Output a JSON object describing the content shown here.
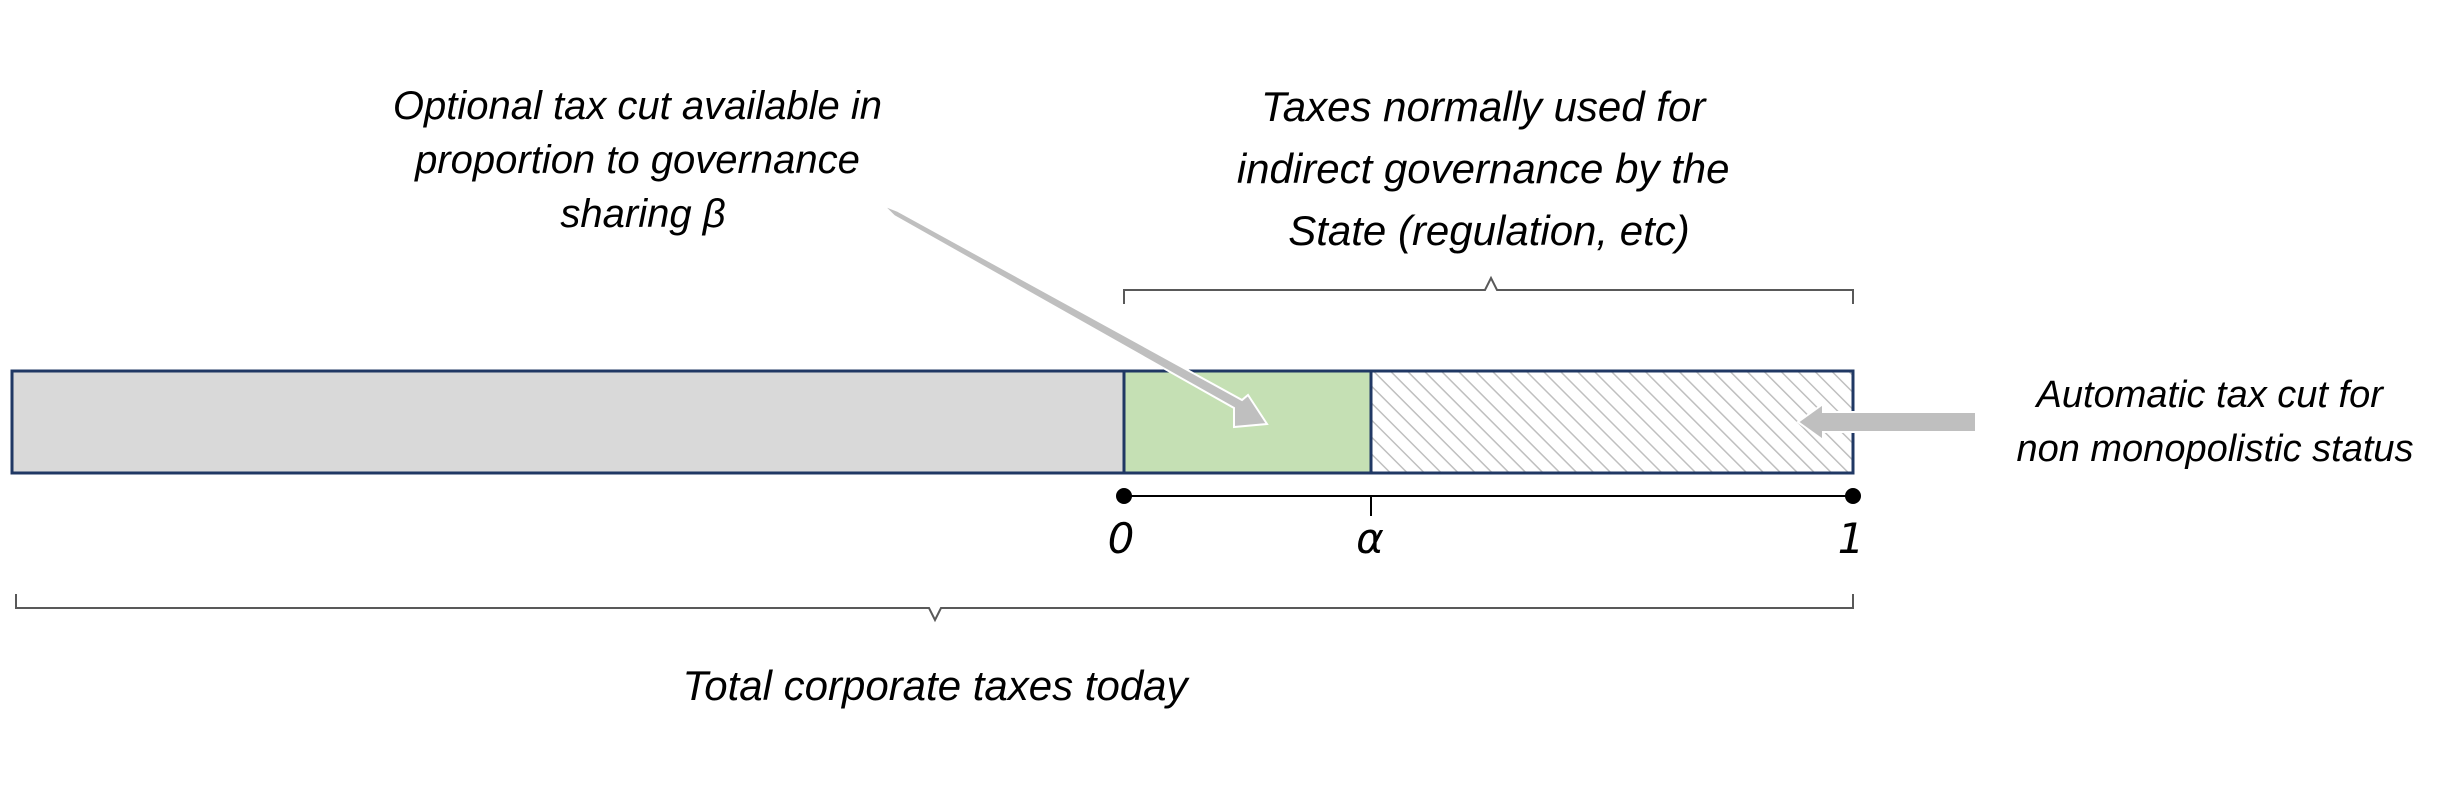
{
  "labels": {
    "optional_cut": {
      "line1": "Optional tax cut available in",
      "line2": "proportion to governance",
      "line3": "sharing β"
    },
    "normal_taxes": {
      "line1": "Taxes normally used for",
      "line2": "indirect governance by the",
      "line3": "State (regulation, etc)"
    },
    "automatic_cut": {
      "line1": "Automatic tax cut for",
      "line2": "non monopolistic status"
    },
    "total_taxes": "Total corporate taxes today",
    "axis": {
      "zero": "0",
      "alpha": "α",
      "one": "1"
    }
  },
  "colors": {
    "gray_segment": "#d9d9d9",
    "green_segment": "#c5e0b4",
    "hatched_stroke": "#bfbfbf",
    "bar_border": "#203864",
    "arrow": "#bfbfbf",
    "brace": "#595959"
  }
}
